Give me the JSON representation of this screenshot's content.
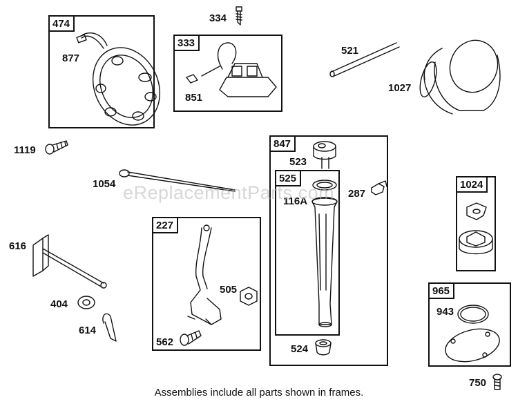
{
  "frames": [
    {
      "id": "474"
    },
    {
      "id": "333"
    },
    {
      "id": "847"
    },
    {
      "id": "525"
    },
    {
      "id": "227"
    },
    {
      "id": "1024"
    },
    {
      "id": "965"
    }
  ],
  "parts": {
    "p334": "334",
    "p877": "877",
    "p851": "851",
    "p521": "521",
    "p1027": "1027",
    "p1119": "1119",
    "p1054": "1054",
    "p523": "523",
    "p116a": "116A",
    "p287": "287",
    "p616": "616",
    "p404": "404",
    "p614": "614",
    "p505": "505",
    "p562": "562",
    "p524": "524",
    "p943": "943",
    "p750": "750"
  },
  "watermark": "eReplacementParts.com",
  "caption": "Assemblies include all parts shown in frames.",
  "colors": {
    "line": "#111111",
    "watermark": "#b8b8b8"
  }
}
